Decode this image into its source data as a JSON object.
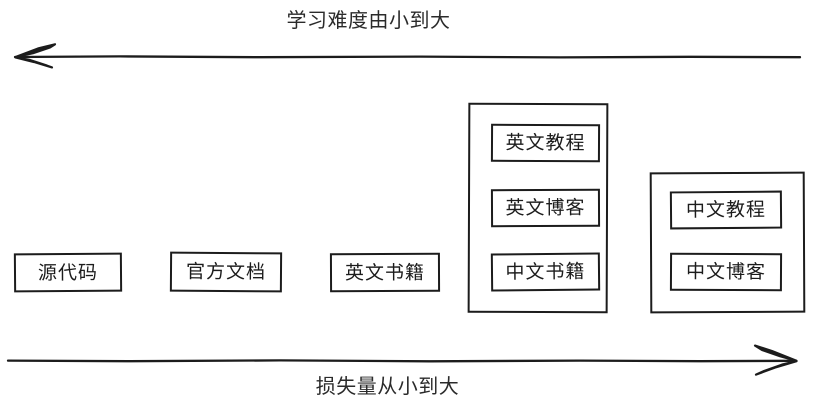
{
  "diagram": {
    "title_top": "学习难度由小到大",
    "title_bottom": "损失量从小到大",
    "axes": {
      "top": {
        "label": "学习难度由小到大",
        "direction": "left",
        "arrow_icon": "arrow-left-icon"
      },
      "bottom": {
        "label": "损失量从小到大",
        "direction": "right",
        "arrow_icon": "arrow-right-icon"
      }
    },
    "colors": {
      "stroke": "#1c1c1c",
      "background": "#ffffff",
      "text": "#2b2b2b"
    },
    "nodes": [
      {
        "label": "源代码"
      },
      {
        "label": "官方文档"
      },
      {
        "label": "英文书籍"
      }
    ],
    "groups": [
      {
        "name": "group-english-mixed",
        "items": [
          {
            "label": "英文教程"
          },
          {
            "label": "英文博客"
          },
          {
            "label": "中文书籍"
          }
        ]
      },
      {
        "name": "group-chinese",
        "items": [
          {
            "label": "中文教程"
          },
          {
            "label": "中文博客"
          }
        ]
      }
    ]
  }
}
